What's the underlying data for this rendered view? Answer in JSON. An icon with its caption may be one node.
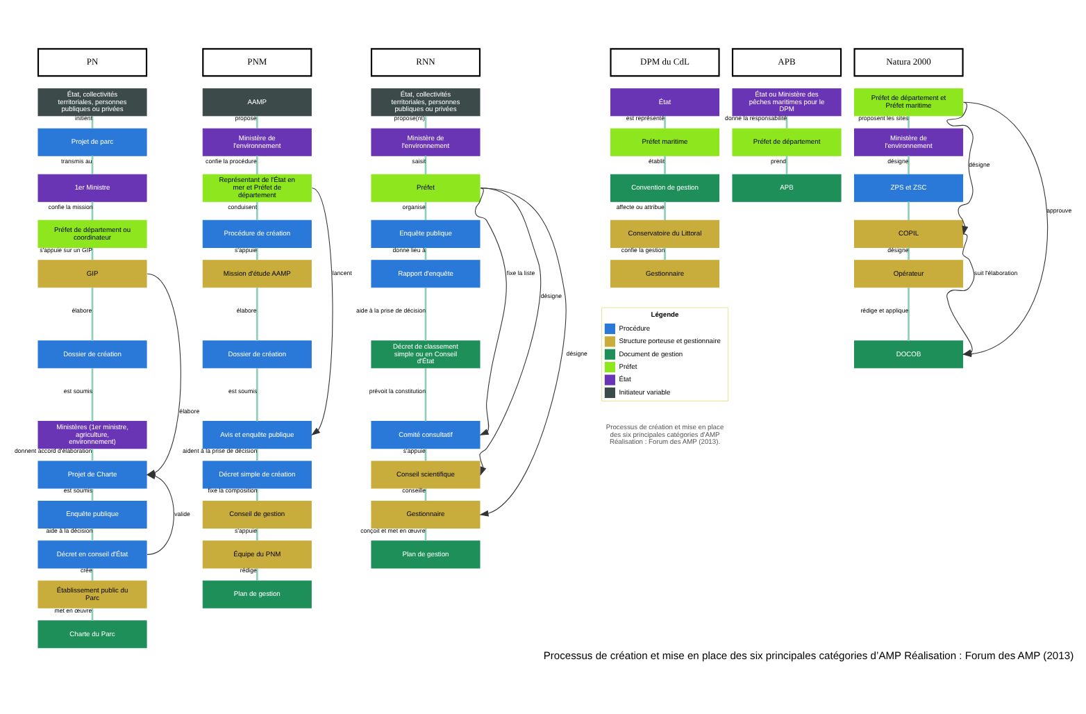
{
  "diagram": {
    "caption": "Processus de création et mise en place des six principales catégories d’AMP Réalisation : Forum des AMP (2013)",
    "nodes": [
      {
        "text": [
          "PN"
        ]
      },
      {
        "text": [
          "État, collectivités territoriales, personnes publiques ou privées"
        ]
      },
      {
        "text": [
          "Projet de parc"
        ]
      },
      {
        "text": [
          "1er Ministre"
        ]
      },
      {
        "text": [
          "Préfet de département ou coordinateur"
        ]
      },
      {
        "text": [
          "GIP"
        ]
      },
      {
        "text": [
          "Dossier de création"
        ]
      },
      {
        "text": [
          "Ministères (1er ministre, agriculture, environnement)"
        ]
      },
      {
        "text": [
          "Projet de Charte"
        ]
      },
      {
        "text": [
          "Enquête publique"
        ]
      },
      {
        "text": [
          "Décret en conseil d'État"
        ]
      },
      {
        "text": [
          "Établissement public du Parc"
        ]
      },
      {
        "text": [
          "Charte du Parc"
        ]
      },
      {
        "text": [
          "PNM"
        ]
      },
      {
        "text": [
          "AAMP"
        ]
      },
      {
        "text": [
          "Ministère de l'environnement"
        ]
      },
      {
        "text": [
          "Représentant de l'État en mer et Préfet de département"
        ]
      },
      {
        "text": [
          "Procédure de création"
        ]
      },
      {
        "text": [
          "Mission d'étude AAMP"
        ]
      },
      {
        "text": [
          "Dossier de création"
        ]
      },
      {
        "text": [
          "Avis et enquête publique"
        ]
      },
      {
        "text": [
          "Décret simple de création"
        ]
      },
      {
        "text": [
          "Conseil de gestion"
        ]
      },
      {
        "text": [
          "Équipe du PNM"
        ]
      },
      {
        "text": [
          "Plan de gestion"
        ]
      },
      {
        "text": [
          "RNN"
        ]
      },
      {
        "text": [
          "État, collectivités territoriales, personnes publiques ou privées"
        ]
      },
      {
        "text": [
          "Ministère de l'environnement"
        ]
      },
      {
        "text": [
          "Préfet"
        ]
      },
      {
        "text": [
          "Enquête publique"
        ]
      },
      {
        "text": [
          "Rapport d'enquête"
        ]
      },
      {
        "text": [
          "Décret de classement simple ou en Conseil d'État"
        ]
      },
      {
        "text": [
          "Comité consultatif"
        ]
      },
      {
        "text": [
          "Conseil scientifique"
        ]
      },
      {
        "text": [
          "Gestionnaire"
        ]
      },
      {
        "text": [
          "Plan de gestion"
        ]
      },
      {
        "text": [
          "DPM du CdL"
        ]
      },
      {
        "text": [
          "État"
        ]
      },
      {
        "text": [
          "Préfet maritime"
        ]
      },
      {
        "text": [
          "Convention de gestion"
        ]
      },
      {
        "text": [
          "Conservatoire du Littoral"
        ]
      },
      {
        "text": [
          "Gestionnaire"
        ]
      },
      {
        "text": [
          "APB"
        ]
      },
      {
        "text": [
          "État ou Ministère des pêches maritimes pour le DPM"
        ]
      },
      {
        "text": [
          "Préfet de département"
        ]
      },
      {
        "text": [
          "APB"
        ]
      },
      {
        "text": [
          "Natura 2000"
        ]
      },
      {
        "text": [
          "Préfet de département et Préfet maritime"
        ]
      },
      {
        "text": [
          "Ministère de l'environnement"
        ]
      },
      {
        "text": [
          "ZPS et ZSC"
        ]
      },
      {
        "text": [
          "COPIL"
        ]
      },
      {
        "text": [
          "Opérateur"
        ]
      },
      {
        "text": [
          "DOCOB"
        ]
      }
    ],
    "edges": [
      {
        "from": 1,
        "to": 2,
        "arrow": "none",
        "label": "initient"
      },
      {
        "from": 2,
        "to": 3,
        "arrow": "none",
        "label": "transmis au"
      },
      {
        "from": 3,
        "to": 4,
        "arrow": "none",
        "label": "confie la mission"
      },
      {
        "from": 4,
        "to": 5,
        "arrow": "none",
        "label": "s'appuie sur un GIP"
      },
      {
        "from": 5,
        "to": 6,
        "arrow": "none",
        "label": "élabore"
      },
      {
        "from": 6,
        "to": 7,
        "arrow": "none",
        "label": "est soumis"
      },
      {
        "from": 7,
        "to": 8,
        "arrow": "none",
        "label": "donnent accord d'élaboration"
      },
      {
        "from": 8,
        "to": 9,
        "arrow": "none",
        "label": "est soumis"
      },
      {
        "from": 9,
        "to": 10,
        "arrow": "none",
        "label": "aide à la décision"
      },
      {
        "from": 10,
        "to": 11,
        "arrow": "none",
        "label": "crée"
      },
      {
        "from": 11,
        "to": 12,
        "arrow": "none",
        "label": "met en œuvre"
      },
      {
        "from": 5,
        "to": 8,
        "arrow": "to",
        "label": "élabore",
        "color": "#333333"
      },
      {
        "from": 10,
        "to": 8,
        "arrow": "to",
        "label": "valide",
        "color": "#333333"
      },
      {
        "from": 14,
        "to": 15,
        "arrow": "none",
        "label": "propose"
      },
      {
        "from": 15,
        "to": 16,
        "arrow": "none",
        "label": "confie la procédure"
      },
      {
        "from": 16,
        "to": 17,
        "arrow": "none",
        "label": "conduisent"
      },
      {
        "from": 17,
        "to": 18,
        "arrow": "none",
        "label": "s'appuie"
      },
      {
        "from": 18,
        "to": 19,
        "arrow": "none",
        "label": "élabore"
      },
      {
        "from": 19,
        "to": 20,
        "arrow": "none",
        "label": "est soumis"
      },
      {
        "from": 20,
        "to": 21,
        "arrow": "none",
        "label": "aident à la prise de décision"
      },
      {
        "from": 21,
        "to": 22,
        "arrow": "none",
        "label": "fixe la composition"
      },
      {
        "from": 22,
        "to": 23,
        "arrow": "none",
        "label": "s'appuie"
      },
      {
        "from": 23,
        "to": 24,
        "arrow": "none",
        "label": "rédige"
      },
      {
        "from": 16,
        "to": 20,
        "arrow": "to",
        "label": "lancent",
        "color": "#333333"
      },
      {
        "from": 26,
        "to": 27,
        "arrow": "none",
        "label": "propose(nt)"
      },
      {
        "from": 27,
        "to": 28,
        "arrow": "none",
        "label": "saisit"
      },
      {
        "from": 28,
        "to": 29,
        "arrow": "none",
        "label": "organise"
      },
      {
        "from": 29,
        "to": 30,
        "arrow": "none",
        "label": "donne lieu à"
      },
      {
        "from": 30,
        "to": 31,
        "arrow": "none",
        "label": "aide à la prise de décision"
      },
      {
        "from": 31,
        "to": 32,
        "arrow": "none",
        "label": "prévoit la constitution"
      },
      {
        "from": 32,
        "to": 33,
        "arrow": "none",
        "label": "s'appuie"
      },
      {
        "from": 33,
        "to": 34,
        "arrow": "none",
        "label": "conseille"
      },
      {
        "from": 34,
        "to": 35,
        "arrow": "none",
        "label": "conçoit et met en œuvre"
      },
      {
        "from": 28,
        "to": 32,
        "arrow": "to",
        "label": "fixe la liste",
        "color": "#333333"
      },
      {
        "from": 28,
        "to": 33,
        "arrow": "to",
        "label": "désigne",
        "color": "#333333"
      },
      {
        "from": 28,
        "to": 34,
        "arrow": "to",
        "label": "désigne",
        "color": "#333333"
      },
      {
        "from": 37,
        "to": 38,
        "arrow": "none",
        "label": "est représenté"
      },
      {
        "from": 38,
        "to": 39,
        "arrow": "none",
        "label": "établit"
      },
      {
        "from": 39,
        "to": 40,
        "arrow": "none",
        "label": "affecte ou attribue"
      },
      {
        "from": 40,
        "to": 41,
        "arrow": "none",
        "label": "confie la gestion"
      },
      {
        "from": 43,
        "to": 44,
        "arrow": "none",
        "label": "donne la responsabilité"
      },
      {
        "from": 44,
        "to": 45,
        "arrow": "none",
        "label": "prend"
      },
      {
        "from": 47,
        "to": 48,
        "arrow": "none",
        "label": "proposent les sites"
      },
      {
        "from": 48,
        "to": 49,
        "arrow": "none",
        "label": "désigne"
      },
      {
        "from": 49,
        "to": 50,
        "arrow": "none"
      },
      {
        "from": 50,
        "to": 51,
        "arrow": "none",
        "label": "désigne"
      },
      {
        "from": 51,
        "to": 52,
        "arrow": "none",
        "label": "rédige et applique"
      },
      {
        "from": 47,
        "to": 50,
        "arrow": "to",
        "label": "désigne",
        "color": "#333333"
      },
      {
        "from": 50,
        "to": 52,
        "arrow": "to",
        "label": "suit l'élaboration",
        "color": "#333333"
      },
      {
        "from": 47,
        "to": 52,
        "arrow": "to",
        "label": "approuve",
        "color": "#333333"
      }
    ],
    "labels": [
      "Processus de création et mise en place des six principales catégories d'AMP Réalisation : Forum des AMP (2013)."
    ],
    "legend": [
      {
        "text": "Légende"
      },
      {
        "text": "Procédure",
        "color": "#2a78d8"
      },
      {
        "text": "Structure porteuse et gestionnaire",
        "color": "#c9ad3c"
      },
      {
        "text": "Document de gestion",
        "color": "#1f8f5a"
      },
      {
        "text": "Préfet",
        "color": "#8ee61e"
      },
      {
        "text": "État",
        "color": "#6a35b5"
      },
      {
        "text": "Initiateur variable",
        "color": "#3d4a4a"
      }
    ]
  }
}
